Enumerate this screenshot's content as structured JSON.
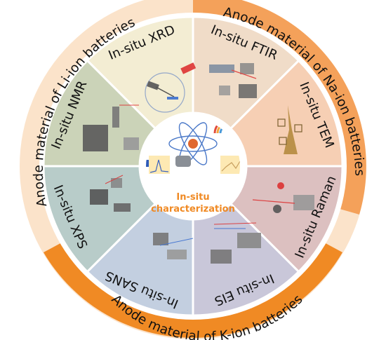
{
  "outer_ring": {
    "li": "Anode material of Li-ion batteries",
    "na": "Anode material of Na-ion batteries",
    "k": "Anode material of K-ion batteries"
  },
  "segments": [
    {
      "key": "xrd",
      "label": "In-situ XRD",
      "color": "#f3edd3"
    },
    {
      "key": "ftir",
      "label": "In-situ FTIR",
      "color": "#f0dcc8"
    },
    {
      "key": "tem",
      "label": "In-situ TEM",
      "color": "#f6cfb4"
    },
    {
      "key": "raman",
      "label": "In-situ Raman",
      "color": "#dcc0c0"
    },
    {
      "key": "eis",
      "label": "In-situ EIS",
      "color": "#c9c7d9"
    },
    {
      "key": "sans",
      "label": "In-situ SANS",
      "color": "#c3cfe0"
    },
    {
      "key": "xps",
      "label": "In-situ XPS",
      "color": "#b8ccc9"
    },
    {
      "key": "nmr",
      "label": "In-situ NMR",
      "color": "#cbd3b8"
    }
  ],
  "center": {
    "line1": "In-situ",
    "line2": "characterization"
  },
  "colors": {
    "ring_light": "#fbe3ca",
    "ring_dark": "#f4a15a",
    "ring_orange": "#f08a24",
    "accent": "#f08a24"
  }
}
